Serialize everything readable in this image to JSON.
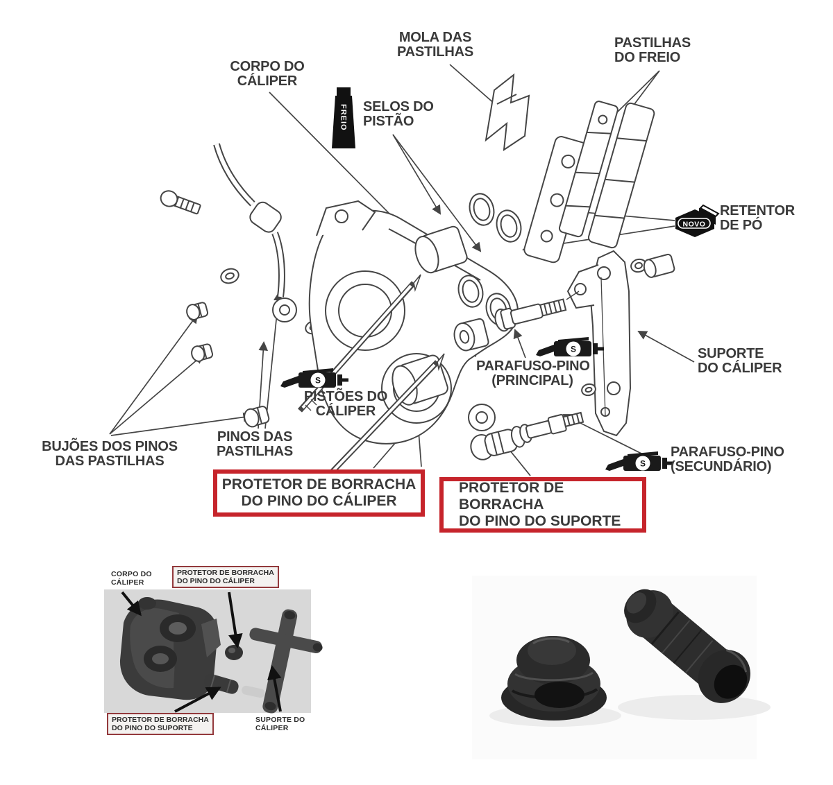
{
  "diagram": {
    "labels": {
      "mola": {
        "line1": "MOLA DAS",
        "line2": "PASTILHAS"
      },
      "pastilhas_freio": {
        "line1": "PASTILHAS",
        "line2": "DO FREIO"
      },
      "corpo_caliper": {
        "line1": "CORPO DO",
        "line2": "CÁLIPER"
      },
      "selos_pistao": {
        "line1": "SELOS DO",
        "line2": "PISTÃO"
      },
      "retentor_po": {
        "line1": "RETENTOR",
        "line2": "DE PÓ"
      },
      "suporte_caliper": {
        "line1": "SUPORTE",
        "line2": "DO CÁLIPER"
      },
      "parafuso_principal": {
        "line1": "PARAFUSO-PINO",
        "line2": "(PRINCIPAL)"
      },
      "pistoes_caliper": {
        "line1": "PISTÕES DO",
        "line2": "CÁLIPER"
      },
      "pinos_pastilhas": {
        "line1": "PINOS DAS",
        "line2": "PASTILHAS"
      },
      "bujoes": {
        "line1": "BUJÕES DOS PINOS",
        "line2": "DAS PASTILHAS"
      },
      "parafuso_secundario": {
        "line1": "PARAFUSO-PINO",
        "line2": "(SECUNDÁRIO)"
      }
    },
    "highlight_boxes": [
      {
        "line1": "PROTETOR DE BORRACHA",
        "line2": "DO PINO DO CÁLIPER"
      },
      {
        "line1": "PROTETOR DE BORRACHA",
        "line2": "DO PINO DO SUPORTE"
      }
    ],
    "icons": {
      "freio_tube_label": "FREIO",
      "novo_badge_label": "NOVO",
      "grease_letter": "S"
    },
    "colors": {
      "highlight_red": "#c6242b",
      "line_art": "#454545",
      "text": "#3a3a3a"
    }
  },
  "photo_inset": {
    "labels": {
      "corpo_caliper": {
        "line1": "CORPO DO",
        "line2": "CÁLIPER"
      },
      "protetor_caliper": {
        "line1": "PROTETOR DE BORRACHA",
        "line2": "DO PINO DO CÁLIPER"
      },
      "protetor_suporte": {
        "line1": "PROTETOR DE BORRACHA",
        "line2": "DO PINO DO SUPORTE"
      },
      "suporte_caliper": {
        "line1": "SUPORTE DO",
        "line2": "CÁLIPER"
      }
    }
  }
}
